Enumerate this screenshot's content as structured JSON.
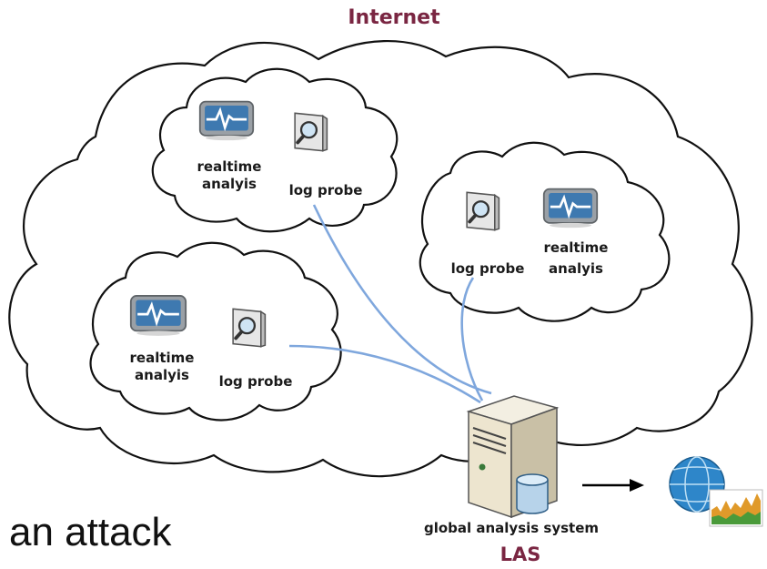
{
  "title": "Internet",
  "server_label": "global analysis system",
  "server_acronym": "LAS",
  "caption": "an attack",
  "colors": {
    "title": "#7a2642",
    "connection": "#7fa7dd",
    "cloud_stroke": "#111111"
  },
  "sites": [
    {
      "monitor_label": [
        "realtime",
        "analyis"
      ],
      "probe_label": "log probe"
    },
    {
      "monitor_label": [
        "realtime",
        "analyis"
      ],
      "probe_label": "log probe"
    },
    {
      "monitor_label": [
        "realtime",
        "analyis"
      ],
      "probe_label": "log probe"
    }
  ],
  "icons": {
    "monitor": "realtime-monitor-icon",
    "probe": "log-probe-magnifier-icon",
    "server": "server-tower-icon",
    "database": "database-icon",
    "output": "globe-traffic-chart-icon",
    "arrow": "arrow-right-icon"
  }
}
